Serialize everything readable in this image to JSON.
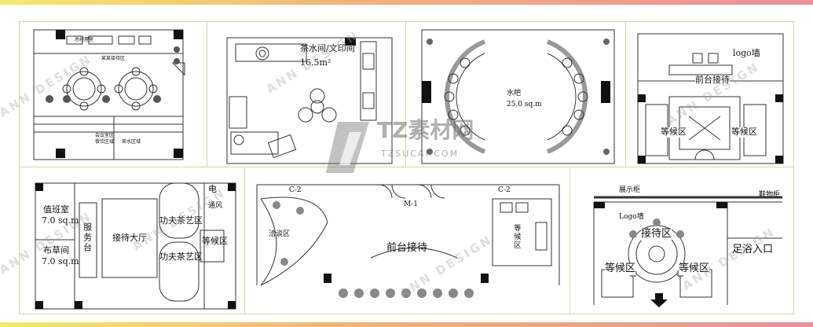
{
  "colors": {
    "frame_border": "#c9df9a",
    "band_start": "#f3e96a",
    "band_end": "#ec8f9a",
    "ink": "#111111"
  },
  "watermark": {
    "brand": "TZ素材网",
    "url": "TZSUCAI.COM",
    "diag": "ANN DESIGN"
  },
  "panel1": {
    "tiny_top_left": "总经理室",
    "tiny_top_mid": "某某接待区",
    "tiny_bottom_1": "会议室区",
    "tiny_bottom_2": "餐饮区域",
    "tiny_bottom_3": "茶水区域"
  },
  "panel2": {
    "title": "茶水间/文印间",
    "area": "16.5m²"
  },
  "panel3": {
    "title": "水吧",
    "area": "25.0 sq.m"
  },
  "panel4": {
    "logo": "logo墙",
    "front_desk": "前台接待",
    "waiting_left": "等候区",
    "waiting_right": "等候区"
  },
  "panel5": {
    "duty_room": "值班室",
    "duty_area": "7.0 sq.m",
    "linen_room": "布草间",
    "linen_area": "7.0 sq.m",
    "service_desk": "服务台",
    "lobby": "接待大厅",
    "tea_1": "功夫茶艺区",
    "tea_2": "功夫茶艺区",
    "waiting": "等候区",
    "elec": "电",
    "vent": "通风"
  },
  "panel6": {
    "label_c2_left": "C-2",
    "label_c2_right": "C-2",
    "label_m1": "M-1",
    "chat_area": "洽谈区",
    "front_desk": "前台接待",
    "waiting": "等候区"
  },
  "panel7": {
    "display": "展示柜",
    "shoe": "鞋物柜",
    "logo": "Logo墙",
    "reception": "接待区",
    "waiting_left": "等候区",
    "waiting_right": "等候区",
    "foot_bath": "足浴入口"
  }
}
